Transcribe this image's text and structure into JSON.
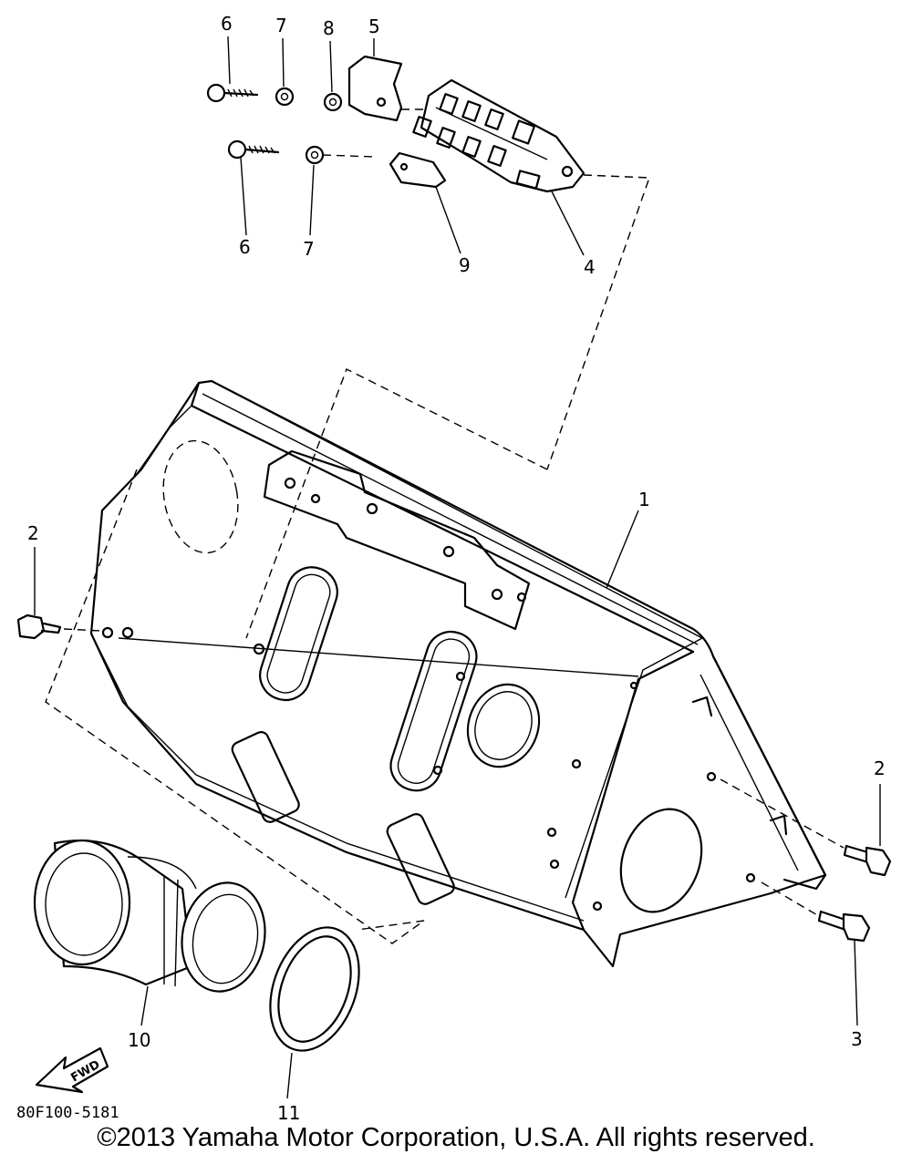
{
  "diagram": {
    "callouts": [
      {
        "id": "c6a",
        "text": "6"
      },
      {
        "id": "c7a",
        "text": "7"
      },
      {
        "id": "c8",
        "text": "8"
      },
      {
        "id": "c5",
        "text": "5"
      },
      {
        "id": "c6b",
        "text": "6"
      },
      {
        "id": "c7b",
        "text": "7"
      },
      {
        "id": "c9",
        "text": "9"
      },
      {
        "id": "c4",
        "text": "4"
      },
      {
        "id": "c1",
        "text": "1"
      },
      {
        "id": "c2a",
        "text": "2"
      },
      {
        "id": "c2b",
        "text": "2"
      },
      {
        "id": "c3",
        "text": "3"
      },
      {
        "id": "c10",
        "text": "10"
      },
      {
        "id": "c11",
        "text": "11"
      }
    ],
    "fwd_arrow_text": "FWD",
    "drawing_code": "80F100-5181"
  },
  "copyright": "©2013 Yamaha Motor Corporation, U.S.A. All rights reserved."
}
